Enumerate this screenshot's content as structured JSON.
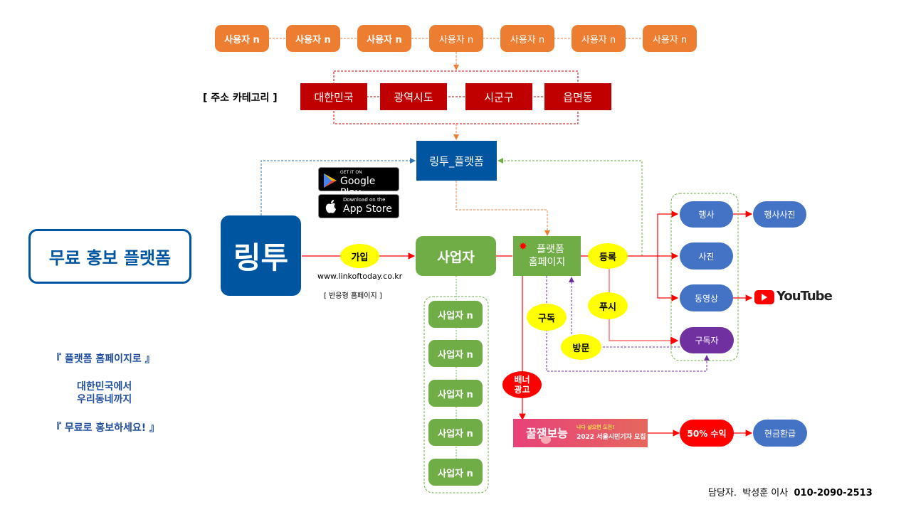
{
  "users": {
    "items": [
      {
        "label": "사용자 n",
        "bold": true
      },
      {
        "label": "사용자 n",
        "bold": true
      },
      {
        "label": "사용자 n",
        "bold": true
      },
      {
        "label": "사용자 n",
        "bold": false
      },
      {
        "label": "사용자 n",
        "bold": false
      },
      {
        "label": "사용자 n",
        "bold": false
      },
      {
        "label": "사용자 n",
        "bold": false
      }
    ]
  },
  "address": {
    "label": "[ 주소 카테고리 ]",
    "items": [
      "대한민국",
      "광역시도",
      "시군구",
      "읍면동"
    ]
  },
  "platform": {
    "label": "링투_플랫폼"
  },
  "stores": {
    "google": {
      "small": "GET IT ON",
      "big": "Google Play"
    },
    "apple": {
      "small": "Download on the",
      "big": "App Store"
    }
  },
  "logo": {
    "text": "링투"
  },
  "promo": {
    "title": "무료 홍보 플랫폼",
    "line1": "『 플랫폼 홈페이지로 』",
    "line2": "대한민국에서",
    "line3": "우리동네까지",
    "line4": "『 무료로 홍보하세요! 』"
  },
  "join": {
    "label": "가입",
    "url": "www.linkoftoday.co.kr",
    "note": "[ 반응형 홈페이지 ]"
  },
  "business": {
    "label": "사업자",
    "items": [
      "사업자 n",
      "사업자 n",
      "사업자 n",
      "사업자 n",
      "사업자 n"
    ]
  },
  "homepage": {
    "line1": "플랫폼",
    "line2": "홈페이지"
  },
  "actions": {
    "register": "등록",
    "push": "푸시",
    "subscribe": "구독",
    "visit": "방문",
    "banner_line1": "배너",
    "banner_line2": "광고"
  },
  "content": {
    "event": "행사",
    "photo": "사진",
    "video": "동영상",
    "subscriber": "구독자",
    "event_photo": "행사사진",
    "youtube": "YouTube"
  },
  "ad_banner": {
    "title": "꿀잼보능",
    "sub1": "나다 살으면 도전!",
    "sub2": "2022 서울시민기자 모집"
  },
  "revenue": {
    "share": "50% 수익",
    "cashback": "현금환급"
  },
  "contact": {
    "prefix": "담당자.",
    "name": "박성훈 이사",
    "phone": "010-2090-2513"
  },
  "colors": {
    "orange": "#ed7d31",
    "red": "#c00000",
    "blue": "#0055a0",
    "green": "#70ad47",
    "yellow": "#ffff00",
    "pill_blue": "#4472c4",
    "purple": "#7030a0"
  }
}
